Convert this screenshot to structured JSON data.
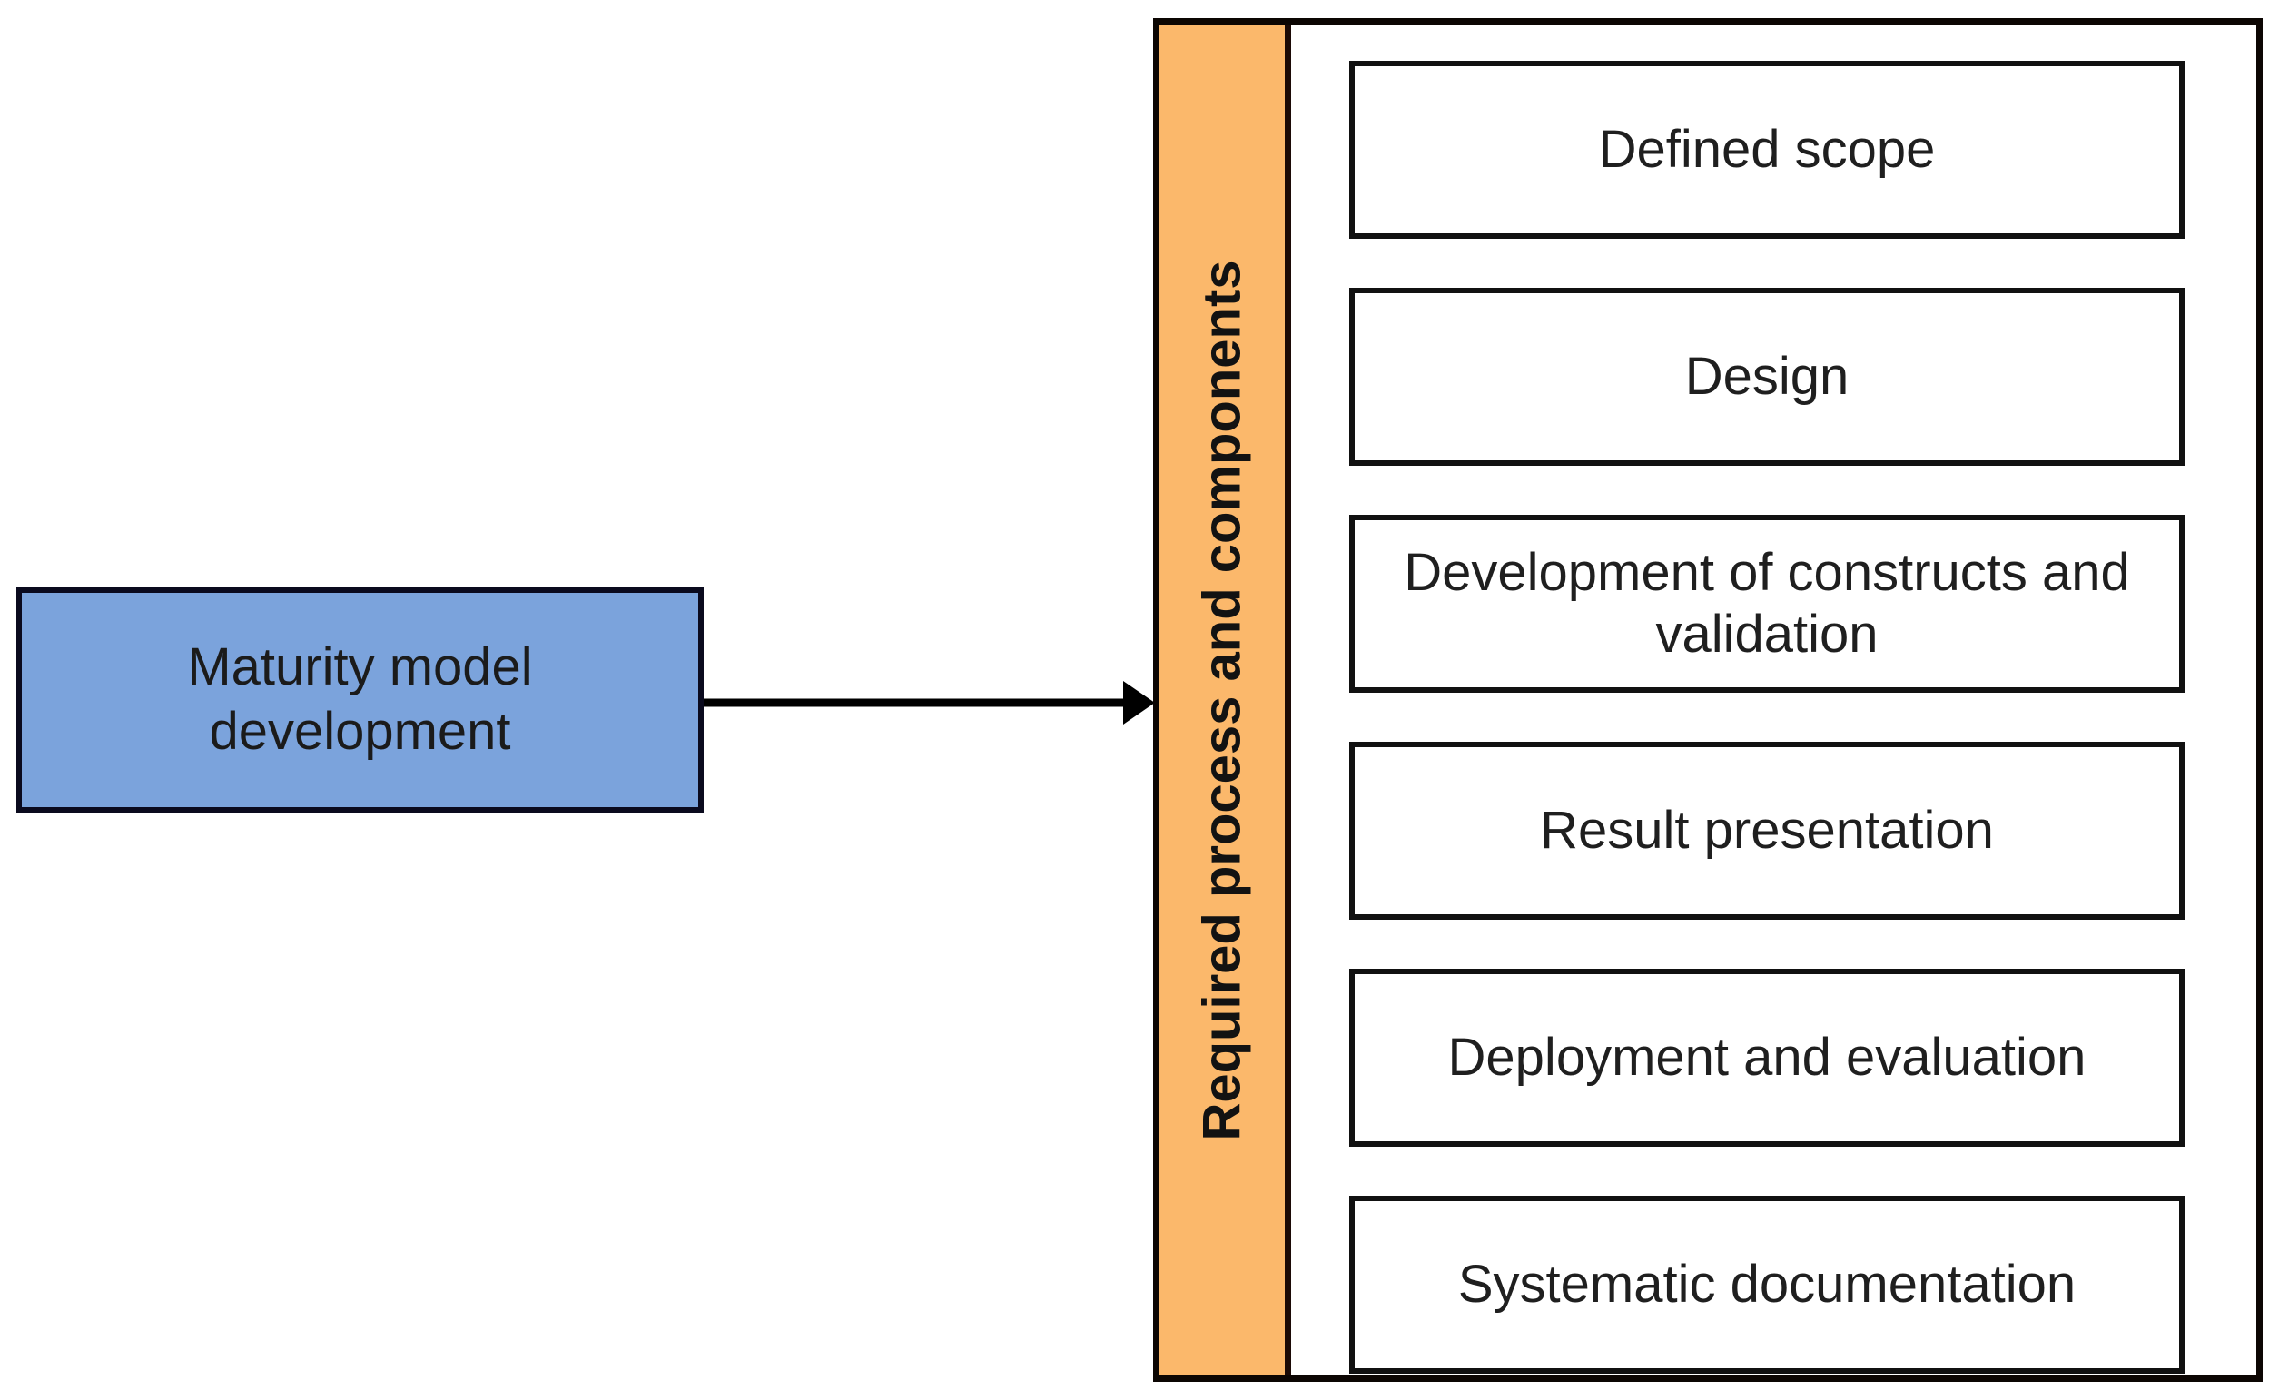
{
  "diagram": {
    "title": "Maturity model development process diagram",
    "colors": {
      "source_fill": "#7BA3DC",
      "source_border": "#0A0A1E",
      "band_fill": "#FBB86B",
      "band_border": "#1B0A06",
      "box_border": "#111111",
      "background": "#FFFFFF",
      "arrow": "#000000"
    },
    "source_node": {
      "label": "Maturity model development"
    },
    "connector": {
      "type": "arrow",
      "direction": "right",
      "from": "source_node",
      "to": "group_container"
    },
    "group_container": {
      "band_label": "Required process and components",
      "band_orientation": "vertical-bottom-to-top",
      "items": [
        {
          "label": "Defined scope"
        },
        {
          "label": "Design"
        },
        {
          "label": "Development of constructs and validation"
        },
        {
          "label": "Result presentation"
        },
        {
          "label": "Deployment and evaluation"
        },
        {
          "label": "Systematic documentation"
        }
      ]
    }
  }
}
